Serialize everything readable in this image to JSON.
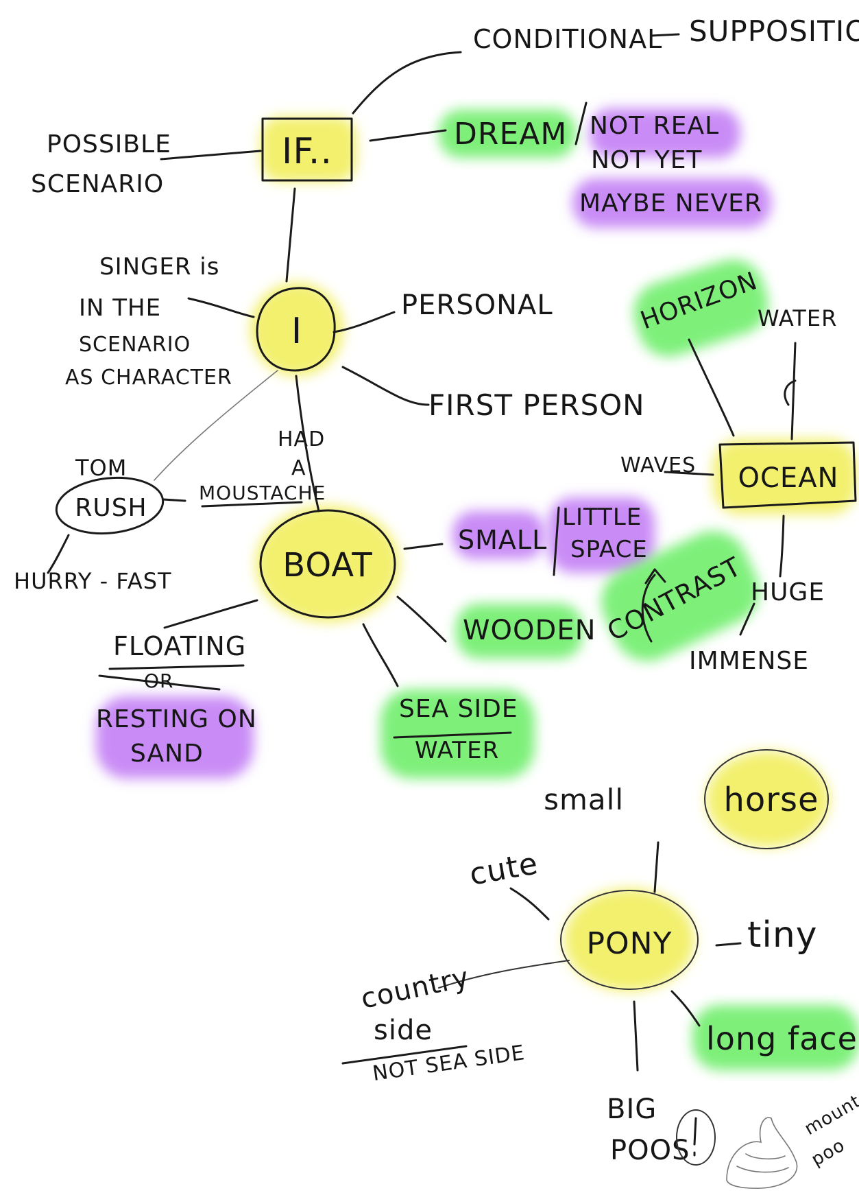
{
  "colors": {
    "yellow": "#f3f06e",
    "green": "#7ef07a",
    "purple": "#c98cf6",
    "ink": "#1a1a1a"
  },
  "nodes": {
    "if": "IF..",
    "i": "I",
    "boat": "BOAT",
    "ocean": "OCEAN",
    "rush": "RUSH",
    "pony": "PONY",
    "horse": "horse"
  },
  "labels": {
    "conditional": "CONDITIONAL",
    "supposition": "SUPPOSITION",
    "possible_1": "POSSIBLE",
    "possible_2": "SCENARIO",
    "dream": "DREAM",
    "not_real": "NOT REAL",
    "not_yet": "NOT YET",
    "maybe_never": "MAYBE NEVER",
    "singer_1": "SINGER is",
    "singer_2": "IN THE",
    "singer_3": "SCENARIO",
    "singer_4": "AS CHARACTER",
    "personal": "PERSONAL",
    "first_person": "FIRST PERSON",
    "had": "HAD",
    "a": "A",
    "tom": "TOM",
    "moustache": "MOUSTACHE",
    "hurry": "HURRY - FAST",
    "small": "SMALL",
    "little": "LITTLE",
    "space": "SPACE",
    "wooden": "WOODEN",
    "contrast": "CONTRAST",
    "huge": "HUGE",
    "immense": "IMMENSE",
    "floating": "FLOATING",
    "or": "OR",
    "resting_1": "RESTING ON",
    "resting_2": "SAND",
    "seaside": "SEA SIDE",
    "water_low": "WATER",
    "horizon": "HORIZON",
    "water_top": "WATER",
    "waves": "WAVES",
    "small_horse": "small",
    "cute": "cute",
    "tiny": "tiny",
    "longface": "long face",
    "country": "country",
    "side": "side",
    "not_seaside": "NOT SEA SIDE",
    "big": "BIG",
    "poos": "POOS",
    "mount_1": "mount",
    "mount_2": "poo"
  }
}
